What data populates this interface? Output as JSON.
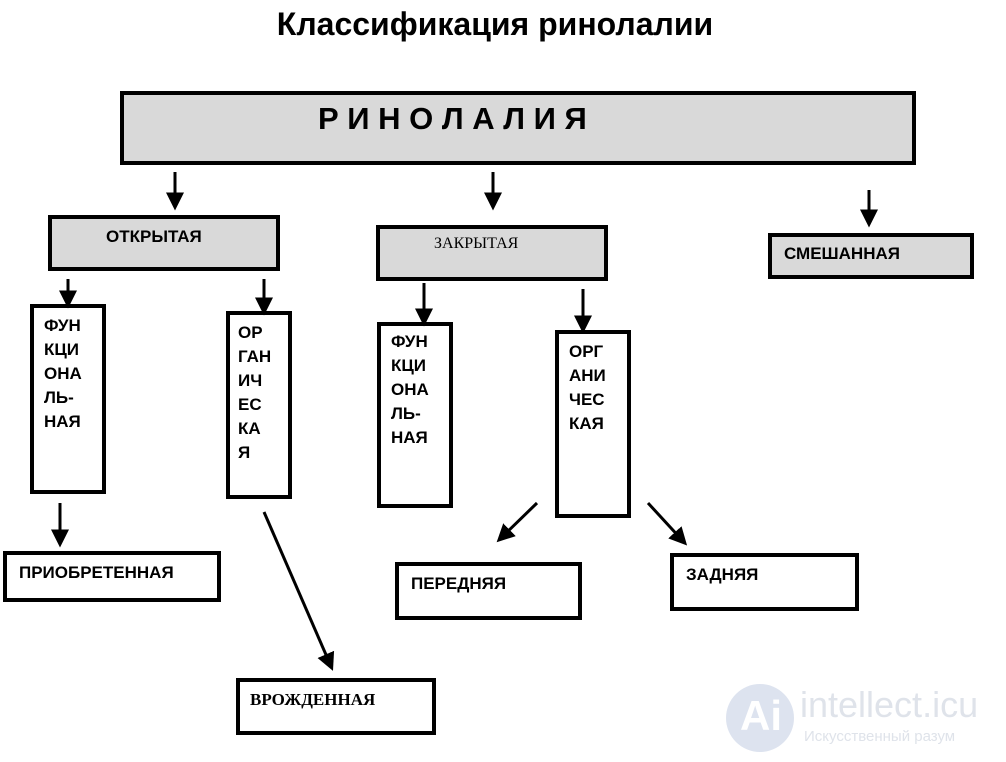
{
  "title": "Классификация ринолалии",
  "root": "Р И Н О Л А Л И Я",
  "types": {
    "open": "ОТКРЫТАЯ",
    "closed": "ЗАКРЫТАЯ",
    "mixed": "СМЕШАННАЯ"
  },
  "open_branch": {
    "functional": "ФУН\nКЦИ\nОНА\nЛЬ-\nНАЯ",
    "organic": "ОР\nГАН\nИЧ\nЕС\nКА\nЯ",
    "acquired": "ПРИОБРЕТЕННАЯ",
    "congenital": "ВРОЖДЕННАЯ"
  },
  "closed_branch": {
    "functional": "ФУН\nКЦИ\nОНА\nЛЬ-\nНАЯ",
    "organic": "ОРГ\nАНИ\nЧЕС\nКАЯ",
    "anterior": "ПЕРЕДНЯЯ",
    "posterior": "ЗАДНЯЯ"
  },
  "watermark": {
    "brand": "intellect.icu",
    "subtitle": "Искусственный разум"
  }
}
